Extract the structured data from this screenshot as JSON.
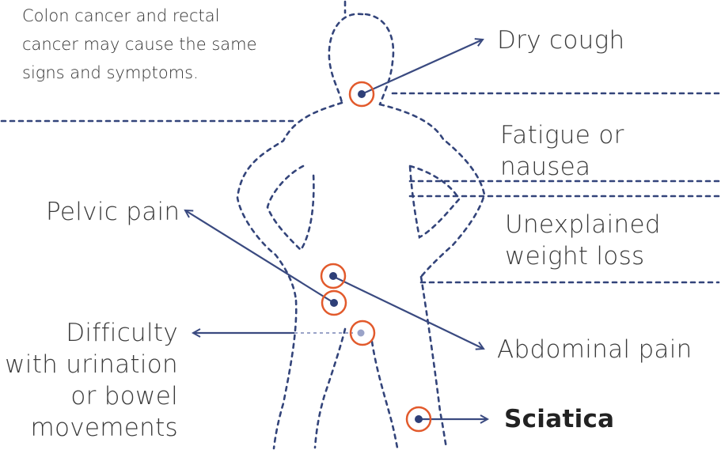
{
  "intro_note": [
    "Colon cancer and rectal",
    "cancer may cause the same",
    "signs and symptoms."
  ],
  "symptoms": {
    "dry_cough": "Dry cough",
    "fatigue": "Fatigue or nausea",
    "weight_loss": [
      "Unexplained",
      "weight loss"
    ],
    "pelvic_pain": "Pelvic pain",
    "difficulty": [
      "Difficulty",
      "with urination",
      "or bowel",
      "movements"
    ],
    "abdominal_pain": "Abdominal pain",
    "sciatica": "Sciatica"
  },
  "colors": {
    "outline": "#33447a",
    "marker_ring": "#e25a2c",
    "marker_dot": "#2e3f78",
    "faded": "#9aa3c8"
  }
}
